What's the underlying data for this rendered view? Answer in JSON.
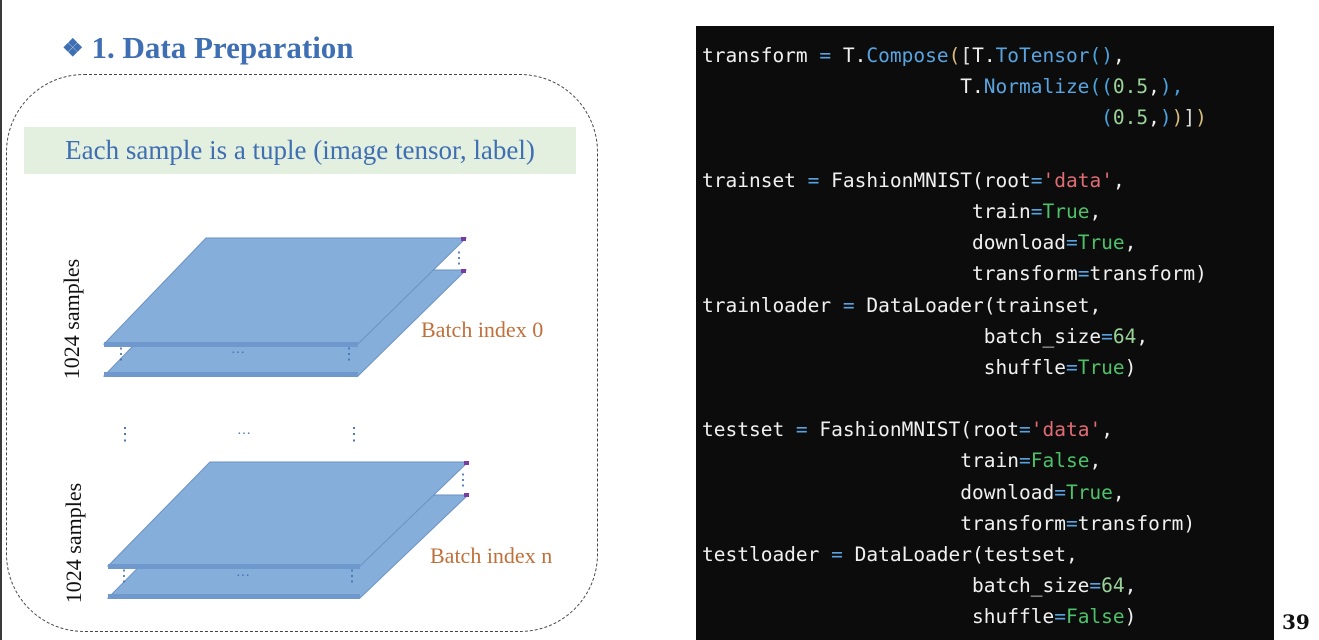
{
  "slide": {
    "title": "1. Data Preparation",
    "title_bullet": "❖",
    "tuple_caption": "Each sample is a tuple (image tensor, label)",
    "page_number": "39"
  },
  "diagram": {
    "samples_label_top": "1024 samples",
    "samples_label_bottom": "1024 samples",
    "batch_label_top": "Batch index 0",
    "batch_label_bottom": "Batch index n",
    "ellipsis_vertical": "⋮",
    "ellipsis_horizontal": "···",
    "colors": {
      "sheet_fill": "#86aedb",
      "sheet_edge": "#6b92c2",
      "batch_label": "#c0703a",
      "dots": "#3f6fb3"
    }
  },
  "code": {
    "language": "python",
    "lines": [
      [
        [
          "id",
          "transform "
        ],
        [
          "op",
          "="
        ],
        [
          "id",
          " T."
        ],
        [
          "fn",
          "Compose"
        ],
        [
          "p1",
          "("
        ],
        [
          "p2",
          "["
        ],
        [
          "id",
          "T."
        ],
        [
          "fn",
          "ToTensor"
        ],
        [
          "p3",
          "()"
        ],
        [
          "id",
          ","
        ]
      ],
      [
        [
          "id",
          "                      T."
        ],
        [
          "fn",
          "Normalize"
        ],
        [
          "p3",
          "(("
        ],
        [
          "num",
          "0.5"
        ],
        [
          "id",
          ","
        ],
        [
          "p3",
          "),"
        ]
      ],
      [
        [
          "id",
          "                                  "
        ],
        [
          "p3",
          "("
        ],
        [
          "num",
          "0.5"
        ],
        [
          "id",
          ","
        ],
        [
          "p3",
          ")"
        ],
        [
          "p1",
          ")"
        ],
        [
          "p2",
          "]"
        ],
        [
          "p1",
          ")"
        ]
      ],
      [],
      [
        [
          "id",
          "trainset "
        ],
        [
          "op",
          "="
        ],
        [
          "id",
          " FashionMNIST(root"
        ],
        [
          "op",
          "="
        ],
        [
          "str",
          "'data'"
        ],
        [
          "id",
          ","
        ]
      ],
      [
        [
          "id",
          "                       train"
        ],
        [
          "op",
          "="
        ],
        [
          "kw",
          "True"
        ],
        [
          "id",
          ","
        ]
      ],
      [
        [
          "id",
          "                       download"
        ],
        [
          "op",
          "="
        ],
        [
          "kw",
          "True"
        ],
        [
          "id",
          ","
        ]
      ],
      [
        [
          "id",
          "                       transform"
        ],
        [
          "op",
          "="
        ],
        [
          "id",
          "transform)"
        ]
      ],
      [
        [
          "id",
          "trainloader "
        ],
        [
          "op",
          "="
        ],
        [
          "id",
          " DataLoader(trainset,"
        ]
      ],
      [
        [
          "id",
          "                        batch_size"
        ],
        [
          "op",
          "="
        ],
        [
          "num",
          "64"
        ],
        [
          "id",
          ","
        ]
      ],
      [
        [
          "id",
          "                        shuffle"
        ],
        [
          "op",
          "="
        ],
        [
          "kw",
          "True"
        ],
        [
          "id",
          ")"
        ]
      ],
      [],
      [
        [
          "id",
          "testset "
        ],
        [
          "op",
          "="
        ],
        [
          "id",
          " FashionMNIST(root"
        ],
        [
          "op",
          "="
        ],
        [
          "str",
          "'data'"
        ],
        [
          "id",
          ","
        ]
      ],
      [
        [
          "id",
          "                      train"
        ],
        [
          "op",
          "="
        ],
        [
          "kw",
          "False"
        ],
        [
          "id",
          ","
        ]
      ],
      [
        [
          "id",
          "                      download"
        ],
        [
          "op",
          "="
        ],
        [
          "kw",
          "True"
        ],
        [
          "id",
          ","
        ]
      ],
      [
        [
          "id",
          "                      transform"
        ],
        [
          "op",
          "="
        ],
        [
          "id",
          "transform)"
        ]
      ],
      [
        [
          "id",
          "testloader "
        ],
        [
          "op",
          "="
        ],
        [
          "id",
          " DataLoader(testset,"
        ]
      ],
      [
        [
          "id",
          "                       batch_size"
        ],
        [
          "op",
          "="
        ],
        [
          "num",
          "64"
        ],
        [
          "id",
          ","
        ]
      ],
      [
        [
          "id",
          "                       shuffle"
        ],
        [
          "op",
          "="
        ],
        [
          "kw",
          "False"
        ],
        [
          "id",
          ")"
        ]
      ]
    ]
  }
}
